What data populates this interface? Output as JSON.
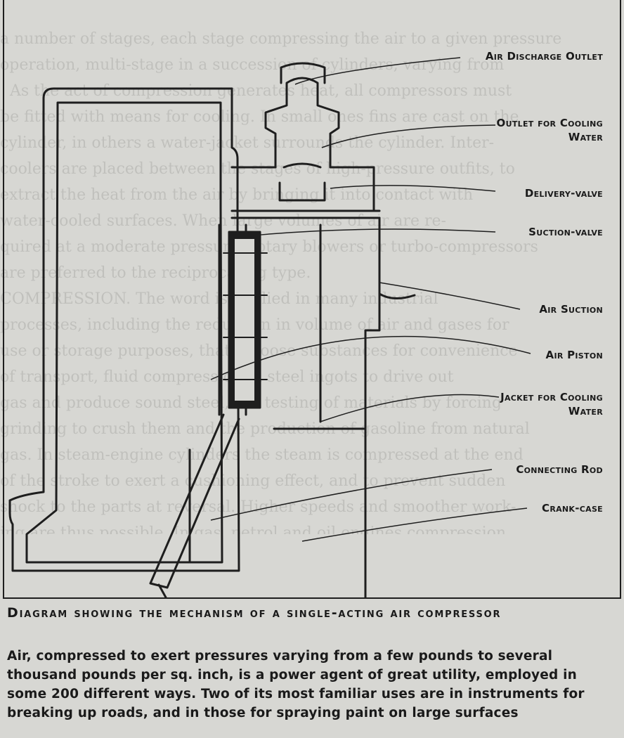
{
  "figure": {
    "labels": [
      "Air Discharge Outlet",
      "Outlet for Cooling Water",
      "Delivery-valve",
      "Suction-valve",
      "Air Suction",
      "Air Piston",
      "Jacket for Cooling Water",
      "Connecting Rod",
      "Crank-case"
    ]
  },
  "caption": {
    "title": "Diagram showing the mechanism of a single-acting air compressor",
    "body": "Air, compressed to exert pressures varying from a few pounds to several thousand pounds per sq. inch, is a power agent of great utility, employed in some 200 different ways.  Two of its most familiar uses are in instruments for breaking up roads, and in those for spraying paint on large surfaces"
  },
  "colors": {
    "paper": "#d7d7d3",
    "ink": "#1e1e1e"
  }
}
